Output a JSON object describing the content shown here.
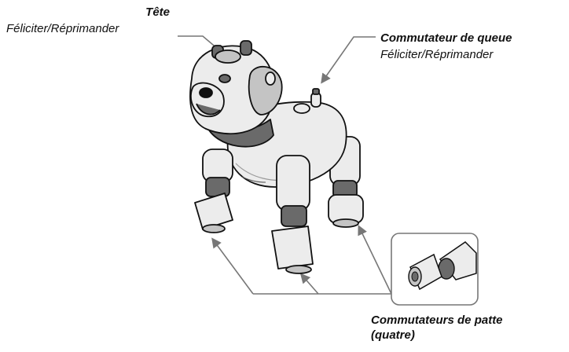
{
  "labels": {
    "head": {
      "title": "Tête",
      "action": "Féliciter/Réprimander"
    },
    "tail": {
      "title": "Commutateur de queue",
      "action": "Féliciter/Réprimander"
    },
    "paws": {
      "title": "Commutateurs de patte\n(quatre)"
    }
  },
  "colors": {
    "body_fill": "#ececec",
    "shade_fill": "#c4c4c4",
    "joint_fill": "#6a6a6a",
    "outline": "#111111",
    "leader_line": "#777777"
  }
}
